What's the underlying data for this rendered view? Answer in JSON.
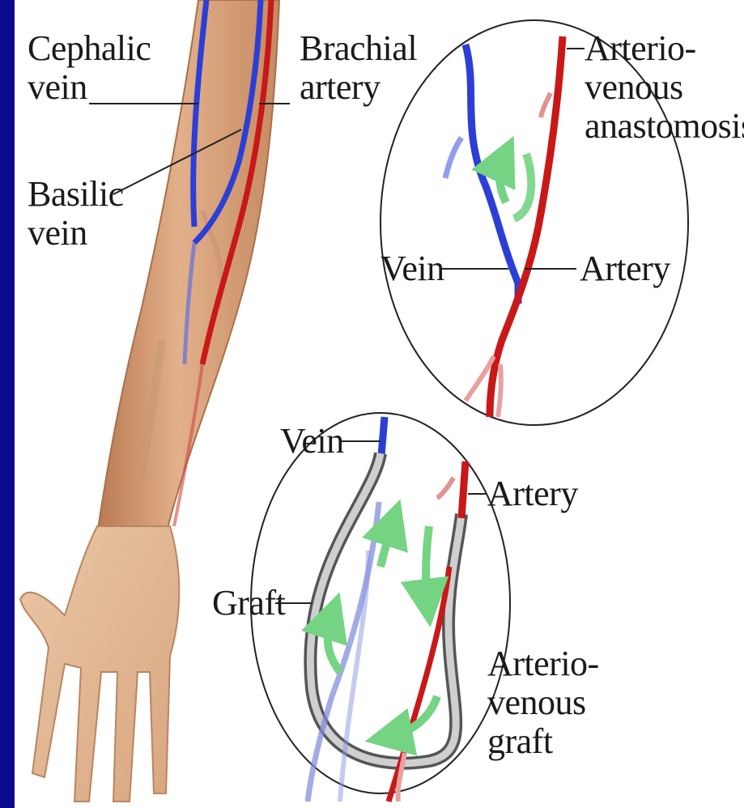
{
  "labels": {
    "cephalic_vein": [
      "Cephalic",
      "vein"
    ],
    "brachial_artery": [
      "Brachial",
      "artery"
    ],
    "basilic_vein": [
      "Basilic",
      "vein"
    ],
    "av_anastomosis": [
      "Arterio-",
      "venous",
      "anastomosis"
    ],
    "top_vein": "Vein",
    "top_artery": "Artery",
    "bottom_vein": "Vein",
    "bottom_artery": "Artery",
    "graft": "Graft",
    "av_graft": [
      "Arterio-",
      "venous",
      "graft"
    ]
  },
  "colors": {
    "background": "#0a0a8e",
    "panel": "#ffffff",
    "vein": "#2b3fd6",
    "artery": "#c81818",
    "skin": "#d9a47c",
    "flow_arrow": "#7fd98a",
    "graft": "#8a8a8a"
  }
}
